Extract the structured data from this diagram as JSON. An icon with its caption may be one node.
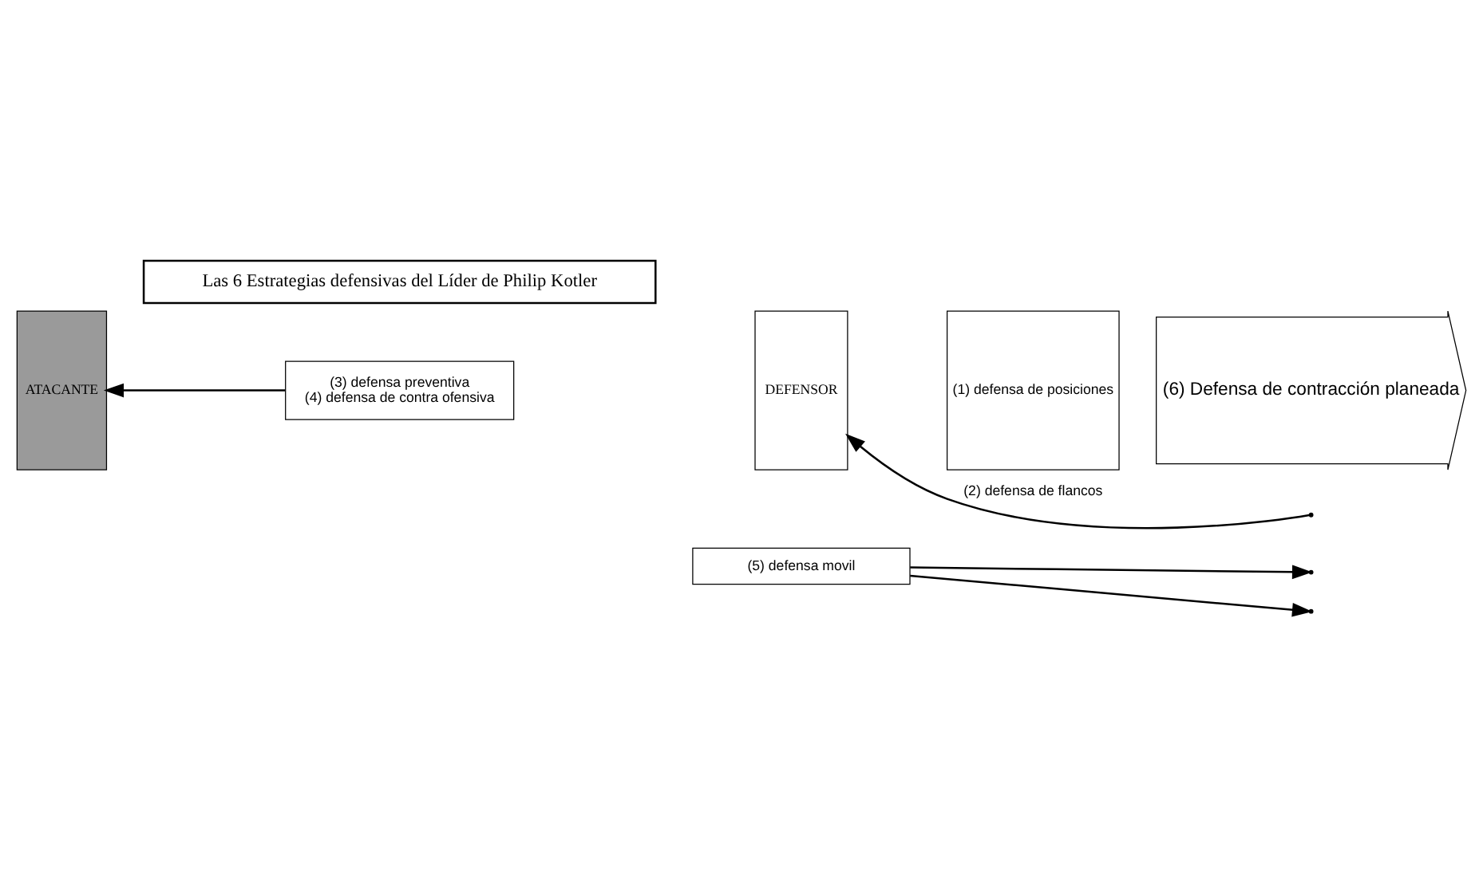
{
  "diagram": {
    "nodes": [
      {
        "text": [
          "Las 6 Estrategias defensivas del Líder de Philip Kotler"
        ]
      },
      {
        "text": [
          "ATACANTE"
        ]
      },
      {
        "text": [
          "(3) defensa preventiva",
          "(4) defensa de contra ofensiva"
        ]
      },
      {
        "text": [
          "DEFENSOR"
        ]
      },
      {
        "text": [
          "(1) defensa de posiciones"
        ]
      },
      {
        "text": [
          "(6) Defensa de contracción planeada"
        ]
      },
      {
        "text": [
          "(5) defensa movil"
        ]
      }
    ],
    "edges": [
      {
        "from": null,
        "to": 3,
        "arrow": "to",
        "label": "(2) defensa de flancos"
      },
      {
        "from": 2,
        "to": 1,
        "arrow": "to"
      },
      {
        "from": 6,
        "to": null,
        "arrow": "to"
      },
      {
        "from": 6,
        "to": null,
        "arrow": "to"
      }
    ]
  }
}
